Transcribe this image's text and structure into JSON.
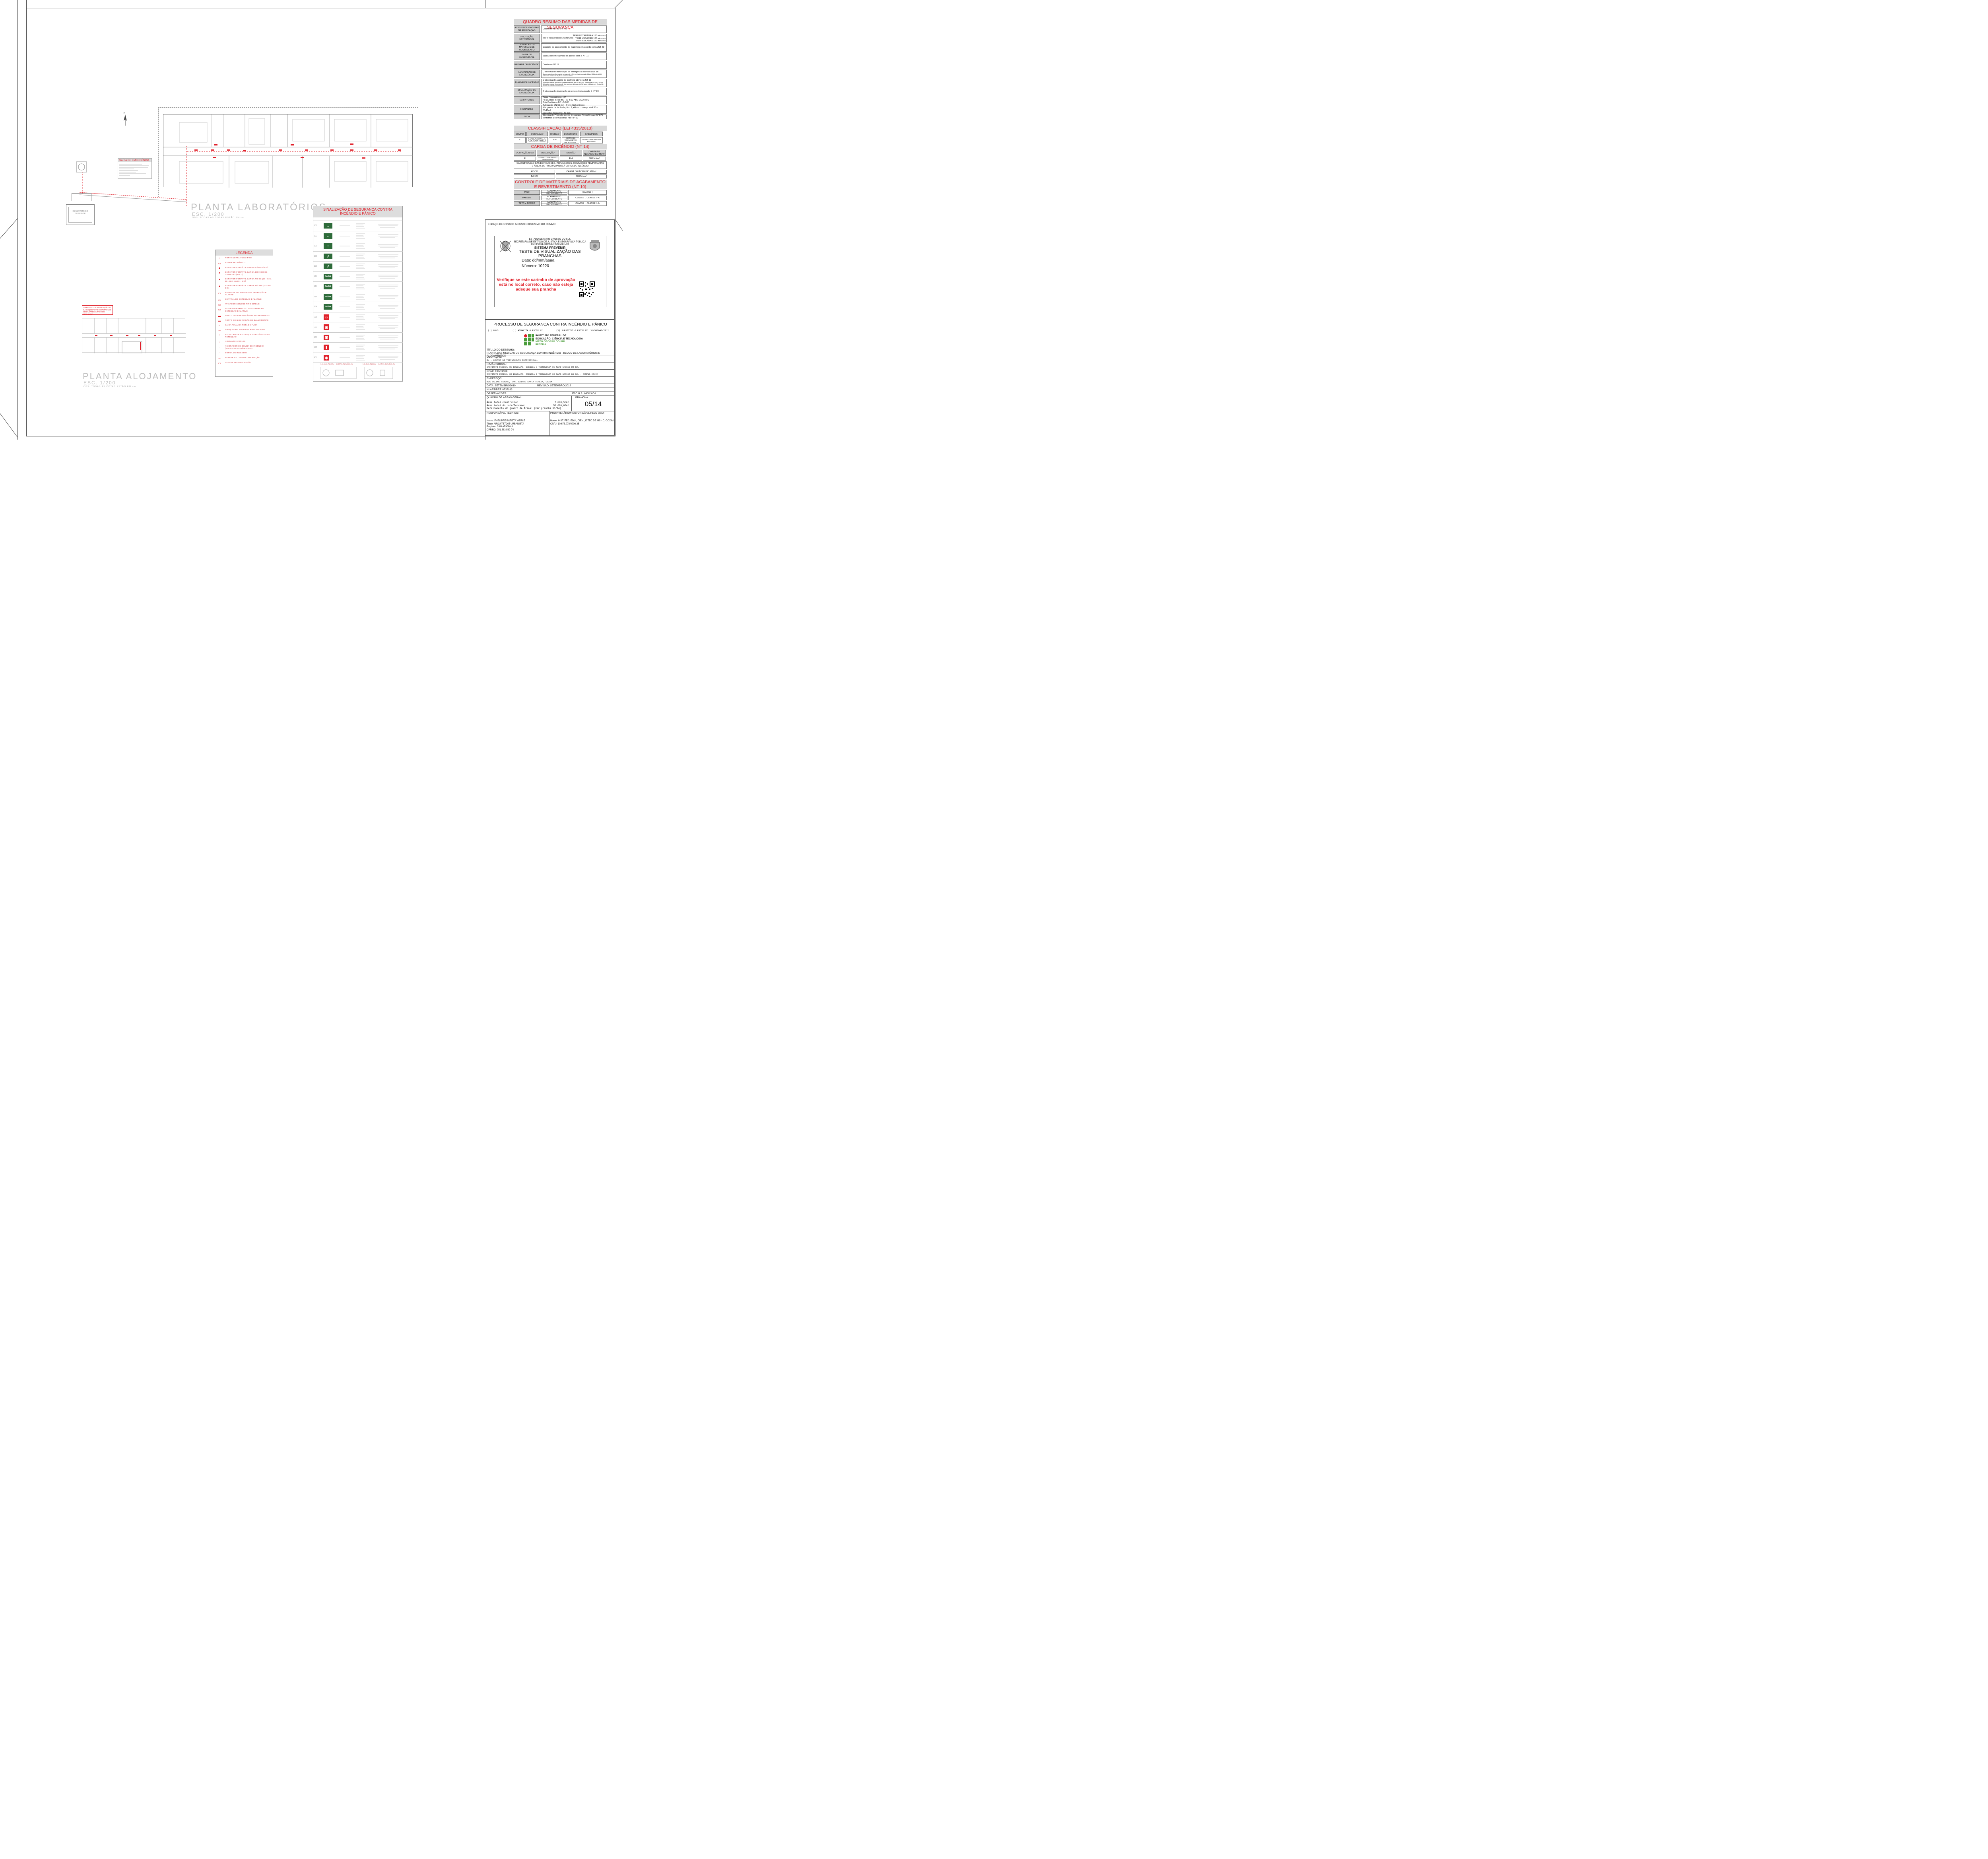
{
  "quadro": {
    "title": "QUADRO RESUMO DAS MEDIDAS DE SEGURANÇA",
    "rows": [
      {
        "label": "ACESSO DE VIATURAS NA EDIFICAÇÃO",
        "value": "Conforme NT 05 e NT06"
      },
      {
        "label": "PROTEÇÃO ESTRUTURAL",
        "value": "TRRF requerido de 30 minutos",
        "extra": [
          "TRRF ESTRUTURA 120 minutos",
          "TRRF VEDAÇÃO  120 minutos",
          "TRRF ESCADAS 120 minutos"
        ]
      },
      {
        "label": "CONTROLE DE MATERIAIS DE ACABAMENTO",
        "value": "Controle de acabamento de materiais em acordo com a NT 20"
      },
      {
        "label": "SAÍDA DE EMERGÊNCIA",
        "value": "Saídas de emergência de acordo com a NT 11"
      },
      {
        "label": "BRIGADA DE INCÊNDIO",
        "value": "Conforme NT 17"
      },
      {
        "label": "ILUMINAÇÃO DE EMERGÊNCIA",
        "value": "O sistema de iluminação de emergência atende à NT 18",
        "small": "Blocos autonômos. Iluminação por placa de LED, com bateria selada 3,6V e 1250mAh NiMH, autonomia mínima de 3h, fluxo luminoso 600lm."
      },
      {
        "label": "ALARME DE INCÊNDIO",
        "value": "O sistema de alarme de incêndio atende à NT 19",
        "small": "Acionador manual tipo aciona (Pressione acione em 100 dB (1m). Alimentação 12 Vcc / 30 Vcc. Acionador manual convencional. tipo quebre o vidro com teto de supervisão/alarme). Central de alarme de incêndio convencional."
      },
      {
        "label": "SINALIZAÇÃO DE EMERGÊNCIA",
        "value": "O sistema de sinalização de emergência atende à NT 20"
      },
      {
        "label": "EXTINTORES",
        "lines": [
          "Água Pressurizada - 2A",
          "Pó Químico Seco BC - 20-B:C/ ABC 2A 20-B:C",
          "Gás Carbônico BC - 5 B:C"
        ]
      },
      {
        "label": "HIDRANTES",
        "lines": [
          "Tubulação DN 65 mm - Ferro Galvanizado",
          "Mangueira de Incêndio, tipo 2, 40 mm - comp. total 30m (2x15m)",
          "Esguicho Regulável, 40 mm"
        ]
      },
      {
        "label": "SPDA",
        "lines": [
          "Sistema de Proteção contra Descargas Atmosféricas (SPDA)",
          "conforme a norma ABNT NBR 5419"
        ]
      }
    ]
  },
  "classificacao": {
    "title": "CLASSIFICAÇÃO (LEI 4335/2013)",
    "headers": [
      "GRUPO",
      "OCUPAÇÃO",
      "DIVISÃO",
      "DESCRIÇÃO",
      "EXEMPLOS"
    ],
    "row": [
      "E",
      "EDUCACIONAL E CULTURA FÍSICA",
      "E-4",
      "CENTRO DE TREINAMENTO PROFISSIONAL",
      "ESCOLA PROFISSIONAL EM GERAL"
    ]
  },
  "carga": {
    "title": "CARGA DE INCÊNDIO (NT 14)",
    "headers": [
      "OCUPAÇÃO/USO",
      "DESCRIÇÃO",
      "DIVISÃO",
      "CARGA DE INCÊNDIO EM MJ/m²"
    ],
    "row": [
      "E",
      "CENTRO TREINAMENTO PROFISSIONAL",
      "E-4",
      "300 MJ/m²"
    ],
    "note": "CLASSIFICAÇÃO DAS EDIFICAÇÕES, INSTALAÇÕES, OCUPAÇÕES TEMPORÁRIAS E ÁREAS DE RISCO QUANTO À CARGA DE INCÊNDIO",
    "risk_headers": [
      "RISCO",
      "CARGA DE INCÊNDIO MJ/m²"
    ],
    "risk_row": [
      "BAIXO",
      "300 MJ/m²"
    ]
  },
  "controle": {
    "title": "CONTROLE DE MATERIAIS DE ACABAMENTO E REVESTIMENTO (NT 10)",
    "rows": [
      {
        "label": "PISO",
        "mid": [
          "ACABAMENTO",
          "REVESTIMENTO"
        ],
        "value": "CLASSE I"
      },
      {
        "label": "PAREDE",
        "mid": [
          "ACABAMENTO",
          "REVESTIMENTO"
        ],
        "value": "CLASSE I, CLASSE II-A"
      },
      {
        "label": "TETO e FORRO",
        "mid": [
          "ACABAMENTO",
          "REVESTIMENTO"
        ],
        "value": "CLASSE I, CLASSE II-A"
      }
    ]
  },
  "cbmms": {
    "header": "ESPAÇO DESTINADO AO USO EXCLUSIVO DO CBMMS:",
    "stamp_lines": [
      "ESTADO DE MATO GROSSO DO SUL",
      "SECRETARIA DE ESTADO DE JUSTIÇA E SEGURANÇA PÚBLICA",
      "CORPO DE BOMBEIROS MILITAR"
    ],
    "system": "SISTEMA PREVENIR",
    "test_title": "TESTE DE VISUALIZAÇÃO DAS PRANCHAS",
    "date": "Data: dd/mm/aaaa",
    "number": "Número: 10220",
    "warning": "Verifique se este carimbo de aprovação está no local correto, caso não esteja adeque sua prancha"
  },
  "carimbo": {
    "title": "PROCESSO DE SEGURANÇA CONTRA INCÊNDIO E PÂNICO",
    "options": [
      "(  ) NOVO",
      "(  ) ATUALIZA O PSCIP Nº:",
      "(X) SUBSTITUI O PSCIP Nº: 31/502042/2012"
    ],
    "institute": [
      "INSTITUTO FEDERAL DE",
      "EDUCAÇÃO, CIÊNCIA E TECNOLOGIA",
      "MATO GROSSO DO SUL",
      "REITORIA"
    ],
    "titulo_label": "TÍTULO DO DESENHO:",
    "titulo": "PLANTA DAS MEDIDAS DE SEGURANÇA CONTRA INCÊNDIO - BLOCO DE LABORATÓRIOS E ALOJAMENTOS",
    "ocupacao_label": "OCUPAÇÃO:",
    "ocupacao": "E4 - CENTRO DE TREINAMENTO PROFISSIONAL",
    "razao_label": "RAZÃO SOCIAL:",
    "razao": "INSTITUTO FEDERAL DE EDUCAÇÃO, CIÊNCIA E TECNOLOGIA DE MATO GROSSO DO SUL",
    "fantasia_label": "NOME FANTASIA:",
    "fantasia": "INSTITUTO FEDERAL DE EDUCAÇÃO, CIÊNCIA E TECNOLOGIA DE MATO GROSSO DO SUL - CAMPUS COXIM",
    "endereco_label": "ENDEREÇO:",
    "endereco": "RUA SALIME TANURE, S/N, BAIRRO SANTA TEREZA, COXIM",
    "data": "DATA: SETEMBRO/2019",
    "revisao": "REVISÃO: SETEMBRO/2019",
    "art": "Nº ART/RRT: 8737193",
    "observacoes": "OBSERVAÇÕES:",
    "escala": "ESCALA: INDICADA",
    "quadro_areas": "QUADRO DE ÁREAS GERAL:",
    "prancha_label": "PRANCHA:",
    "prancha": "05/14",
    "area_lines": [
      "Área total construída:",
      "Área total do Lote/Terreno:",
      "Detalhamento do Quadro de Áreas: (ver prancha 01/14)"
    ],
    "area_values": [
      "7.608,55m²",
      "50.000,00m²"
    ],
    "resp_label": "RESPONSÁVEL TÉCNICO:",
    "resp_lines": [
      "Nome: FHELIPPE BATISTA WERLE",
      "Título: ARQUITETO E URBANISTA",
      "Registro: CAU A53088-3",
      "CPF/RG: 051.583.589-74"
    ],
    "prop_label": "PROPRIETÁRIO/RESPONSÁVEL PELO USO:",
    "prop_lines": [
      "Nome: INST. FED. EDU., CIEN., E TEC DE MS - C. COXIM",
      "CNPJ: 10.673.078/0006-35"
    ]
  },
  "sinalizacao": {
    "title": "SINALIZAÇÃO DE SEGURANÇA CONTRA INCÊNDIO E PÂNICO",
    "codes": [
      "S01",
      "S02",
      "S03",
      "S08",
      "S09",
      "S12",
      "S16",
      "S18",
      "S34",
      "E01",
      "E02",
      "E03",
      "E05",
      "E07"
    ],
    "exit_text": "SAÍDA",
    "legend_dims": [
      "LEGENDA - DIMENSÕES",
      "LEGENDA - DIMENSÕES"
    ]
  },
  "legenda": {
    "title": "LEGENDA",
    "items": [
      "PORTA CORTA-FOGO P-90",
      "BARRA ANTIPÂNICO",
      "EXTINTOR PORTÁTIL CARGA D'ÁGUA (2-A)",
      "EXTINTOR PORTÁTIL CARGA DIÓXIDO DE CARBONO (5-B:C)",
      "EXTINTOR PORTÁTIL CARGA PÓ BC (20 - B:C, 40 - B:C, ou 80 - B:C)",
      "EXTINTOR PORTÁTIL CARGA PÓ ABC (2A 20 - B:C)",
      "BATERIAS DO SISTEMA DE DETECÇÃO E ALARME",
      "CENTRAL DE DETECÇÃO E ALARME",
      "AVISADOR SONORO TIPO SIRENE",
      "ACIONADOR MANUAL DO SISTEMA DE DETECÇÃO E ALARME",
      "PONTO DE ILUMINAÇÃO DE ACLARAMENTO",
      "PONTO DE ILUMINAÇÃO DE BALIZAMENTO",
      "SAÍDA FINAL DA ROTA DE FUGA",
      "DIREÇÃO DO FLUXO DA ROTA DE FUGA",
      "REGISTRO DE RECALQUE SEM VÁLVULA DE RETENÇÃO",
      "HIDRANTE SIMPLES",
      "ACIONADOR DE BOMBA DE INCÊNDIO (BOTOEIRA LIGA/DESLIGA)",
      "BOMBA DE INCÊNDIO",
      "PAREDE DE COMPARTIMENTAÇÃO",
      "PLACAS DE SINALIZAÇÃO"
    ]
  },
  "plans": {
    "lab_title": "PLANTA LABORATÓRIOS",
    "lab_scale": "ESC. 1/200",
    "lab_obs": "OBS: TODAS AS COTAS ESTÃO EM cm",
    "aloj_title": "PLANTA ALOJAMENTO",
    "aloj_scale": "ESC. 1/200",
    "aloj_obs": "OBS: TODAS AS COTAS ESTÃO EM cm",
    "saida_title": "SAÍDA DE EMERGÊNCIA",
    "reservatorio": "RESERVATÓRIO SUPERIOR",
    "aloj_note": "O PROJETO DA INSTALAÇÃO DE GÁS LIQUEFEITO DE PETRÓLEO SERÁ APRESENTADO EM SEPARADO"
  },
  "colors": {
    "accent_red": "#e0202a",
    "header_gray": "#d9d9d9",
    "exit_green": "#2e6b3a"
  }
}
